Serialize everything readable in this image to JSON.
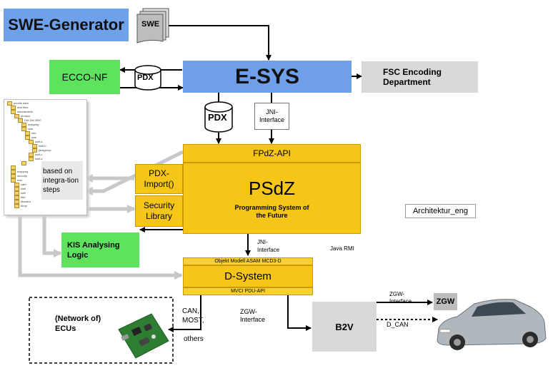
{
  "swe_generator": "SWE-Generator",
  "swe_doc": "SWE",
  "ecco_nf": "ECCO-NF",
  "pdx_top": "PDX",
  "esys": "E-SYS",
  "fsc": "FSC Encoding Department",
  "pdx_mid": "PDX",
  "jni_top": "JNI-Interface",
  "fpdz_api": "FPdZ-API",
  "pdx_import": "PDX-Import()",
  "security_library": "Security Library",
  "psdz": "PSdZ",
  "psdz_sub": "Programming System of the Future",
  "architektur": "Architektur_eng",
  "based_on": "based on integra-tion steps",
  "kis": "KIS Analysing Logic",
  "jni_bottom": "JNI-Interface",
  "java_rmi": "Java RMI",
  "objekt_modell": "Objekt Modell ASAM MCD3-D",
  "d_system": "D-System",
  "mvci": "MVCI PDU-API",
  "network_ecus": "(Network of) ECUs",
  "can_most": "CAN, MOST,",
  "others": "others",
  "zgw_interface_left": "ZGW-Interface",
  "b2v": "B2V",
  "zgw_interface_right": "ZGW-Interface",
  "zgw": "ZGW",
  "d_can": "D_CAN",
  "tree_items": [
    "pendis data",
    "avis files",
    "standardinfo",
    "product",
    "DM-DN-3000",
    "mapping",
    "swe",
    "cbd",
    "swe",
    "swfl-a",
    "swfl-b",
    "javagroup",
    "swfl-c",
    "swfl-d",
    "...",
    "..",
    "mapping",
    "security",
    "swe",
    "cafd",
    "swfl",
    "swfl",
    "btld",
    "tlkdaten",
    "temp"
  ]
}
